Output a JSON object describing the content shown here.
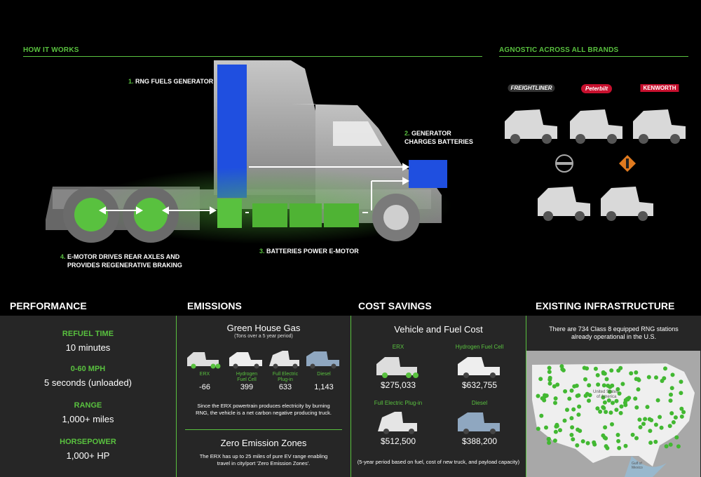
{
  "top": {
    "how_it_works": "HOW IT WORKS",
    "agnostic": "AGNOSTIC ACROSS ALL BRANDS",
    "callouts": [
      {
        "num": "1.",
        "text": "RNG FUELS GENERATOR"
      },
      {
        "num": "2.",
        "text": "GENERATOR",
        "text2": "CHARGES BATTERIES"
      },
      {
        "num": "3.",
        "text": "BATTERIES POWER E-MOTOR"
      },
      {
        "num": "4.",
        "text": "E-MOTOR DRIVES REAR AXLES AND",
        "text2": "PROVIDES REGENERATIVE BRAKING"
      }
    ],
    "brands": [
      "FREIGHTLINER",
      "Peterbilt",
      "KENWORTH",
      "VOLVO",
      "INTERNATIONAL"
    ]
  },
  "colors": {
    "accent": "#59c13f",
    "panel": "#262626",
    "truck": "#bdbdbd",
    "generator": "#1f4fe0"
  },
  "performance": {
    "title": "PERFORMANCE",
    "items": [
      {
        "label": "REFUEL TIME",
        "value": "10 minutes"
      },
      {
        "label": "0-60 MPH",
        "value": "5 seconds (unloaded)"
      },
      {
        "label": "RANGE",
        "value": "1,000+ miles"
      },
      {
        "label": "HORSEPOWER",
        "value": "1,000+ HP"
      }
    ]
  },
  "emissions": {
    "title": "EMISSIONS",
    "ghg_title": "Green House Gas",
    "ghg_sub": "(Tons over a 5 year period)",
    "columns": [
      {
        "label": "ERX",
        "label2": "",
        "value": "-66"
      },
      {
        "label": "Hydrogen",
        "label2": "Fuel Cell",
        "value": "399"
      },
      {
        "label": "Full Electric",
        "label2": "Plug-in",
        "value": "633"
      },
      {
        "label": "Diesel",
        "label2": "",
        "value": "1,143"
      }
    ],
    "note_1": "Since the ERX powertrain produces electricity by burning",
    "note_2": "RNG, the vehicle is a net carbon negative producing truck.",
    "zez_title": "Zero Emission Zones",
    "zez_1": "The ERX has up to 25 miles of pure EV range enabling",
    "zez_2": "travel in city/port 'Zero Emission Zones'."
  },
  "cost": {
    "title": "COST SAVINGS",
    "heading": "Vehicle and Fuel Cost",
    "cells": [
      {
        "label": "ERX",
        "value": "$275,033"
      },
      {
        "label": "Hydrogen Fuel Cell",
        "value": "$632,755"
      },
      {
        "label": "Full Electric Plug-in",
        "value": "$512,500"
      },
      {
        "label": "Diesel",
        "value": "$388,200"
      }
    ],
    "footnote": "(5-year period based on fuel, cost of new truck, and payload capacity)"
  },
  "infrastructure": {
    "title": "EXISTING INFRASTRUCTURE",
    "text_1": "There are 734 Class 8 equipped RNG stations",
    "text_2": "already operational in the U.S.",
    "map_label_1": "United States",
    "map_label_2": "of America",
    "map_label_3": "Gulf of",
    "map_label_4": "Mexico"
  }
}
